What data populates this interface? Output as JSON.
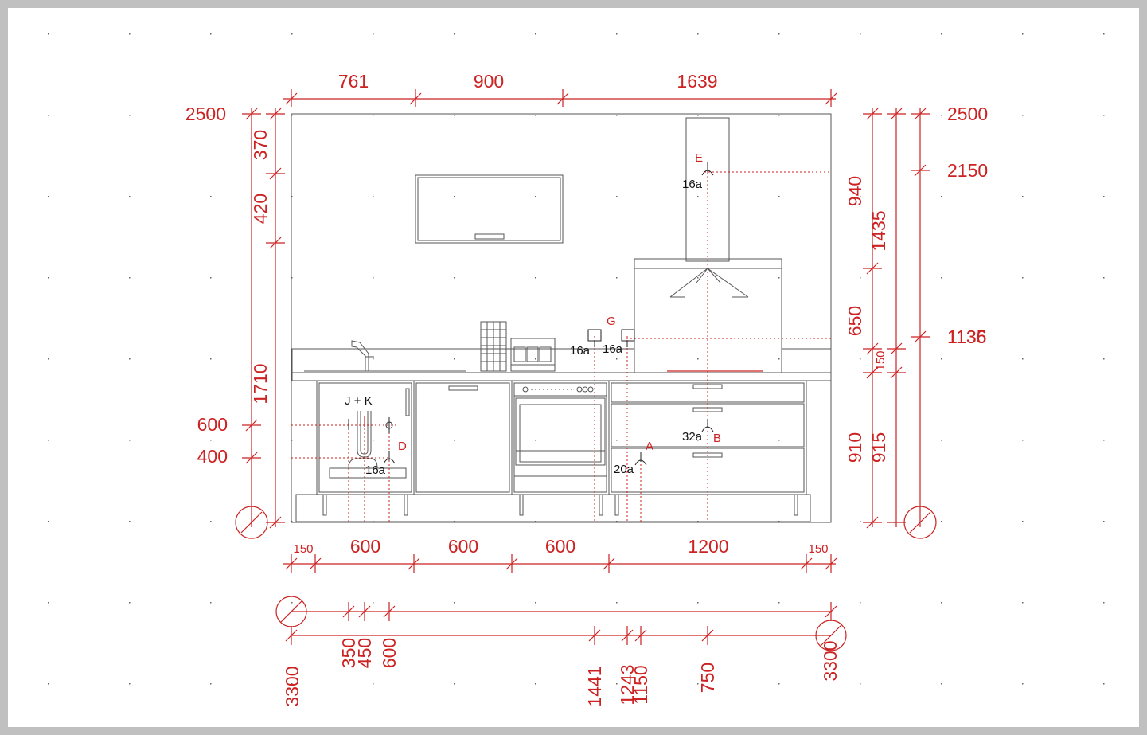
{
  "dims_top": [
    "761",
    "900",
    "1639"
  ],
  "dims_left": [
    "2500",
    "370",
    "420",
    "1710",
    "600",
    "400"
  ],
  "dims_right_inner": [
    "940",
    "650",
    "150",
    "910"
  ],
  "dims_right_mid": [
    "1435",
    "915"
  ],
  "dims_right_outer": [
    "2500",
    "2150",
    "1136",
    "1135"
  ],
  "dims_bottom_widths": [
    "150",
    "600",
    "600",
    "600",
    "1200",
    "150"
  ],
  "dims_offsets_bottom": [
    "3300",
    "350",
    "450",
    "600",
    "1441",
    "1243",
    "1150",
    "750",
    "3300"
  ],
  "points": {
    "e": {
      "letter": "E",
      "rating": "16a"
    },
    "g": {
      "letter": "G",
      "rating_left": "16a",
      "rating_right": "16a"
    },
    "jk": {
      "letter": "J + K"
    },
    "d": {
      "letter": "D",
      "rating": "16a"
    },
    "b": {
      "letter": "B",
      "rating": "32a"
    },
    "a": {
      "letter": "A",
      "rating": "20a"
    }
  },
  "colors": {
    "dimension": "#cc2222",
    "cabinet": "#555555",
    "sheet": "#ffffff",
    "frame": "#c0c0c0"
  }
}
